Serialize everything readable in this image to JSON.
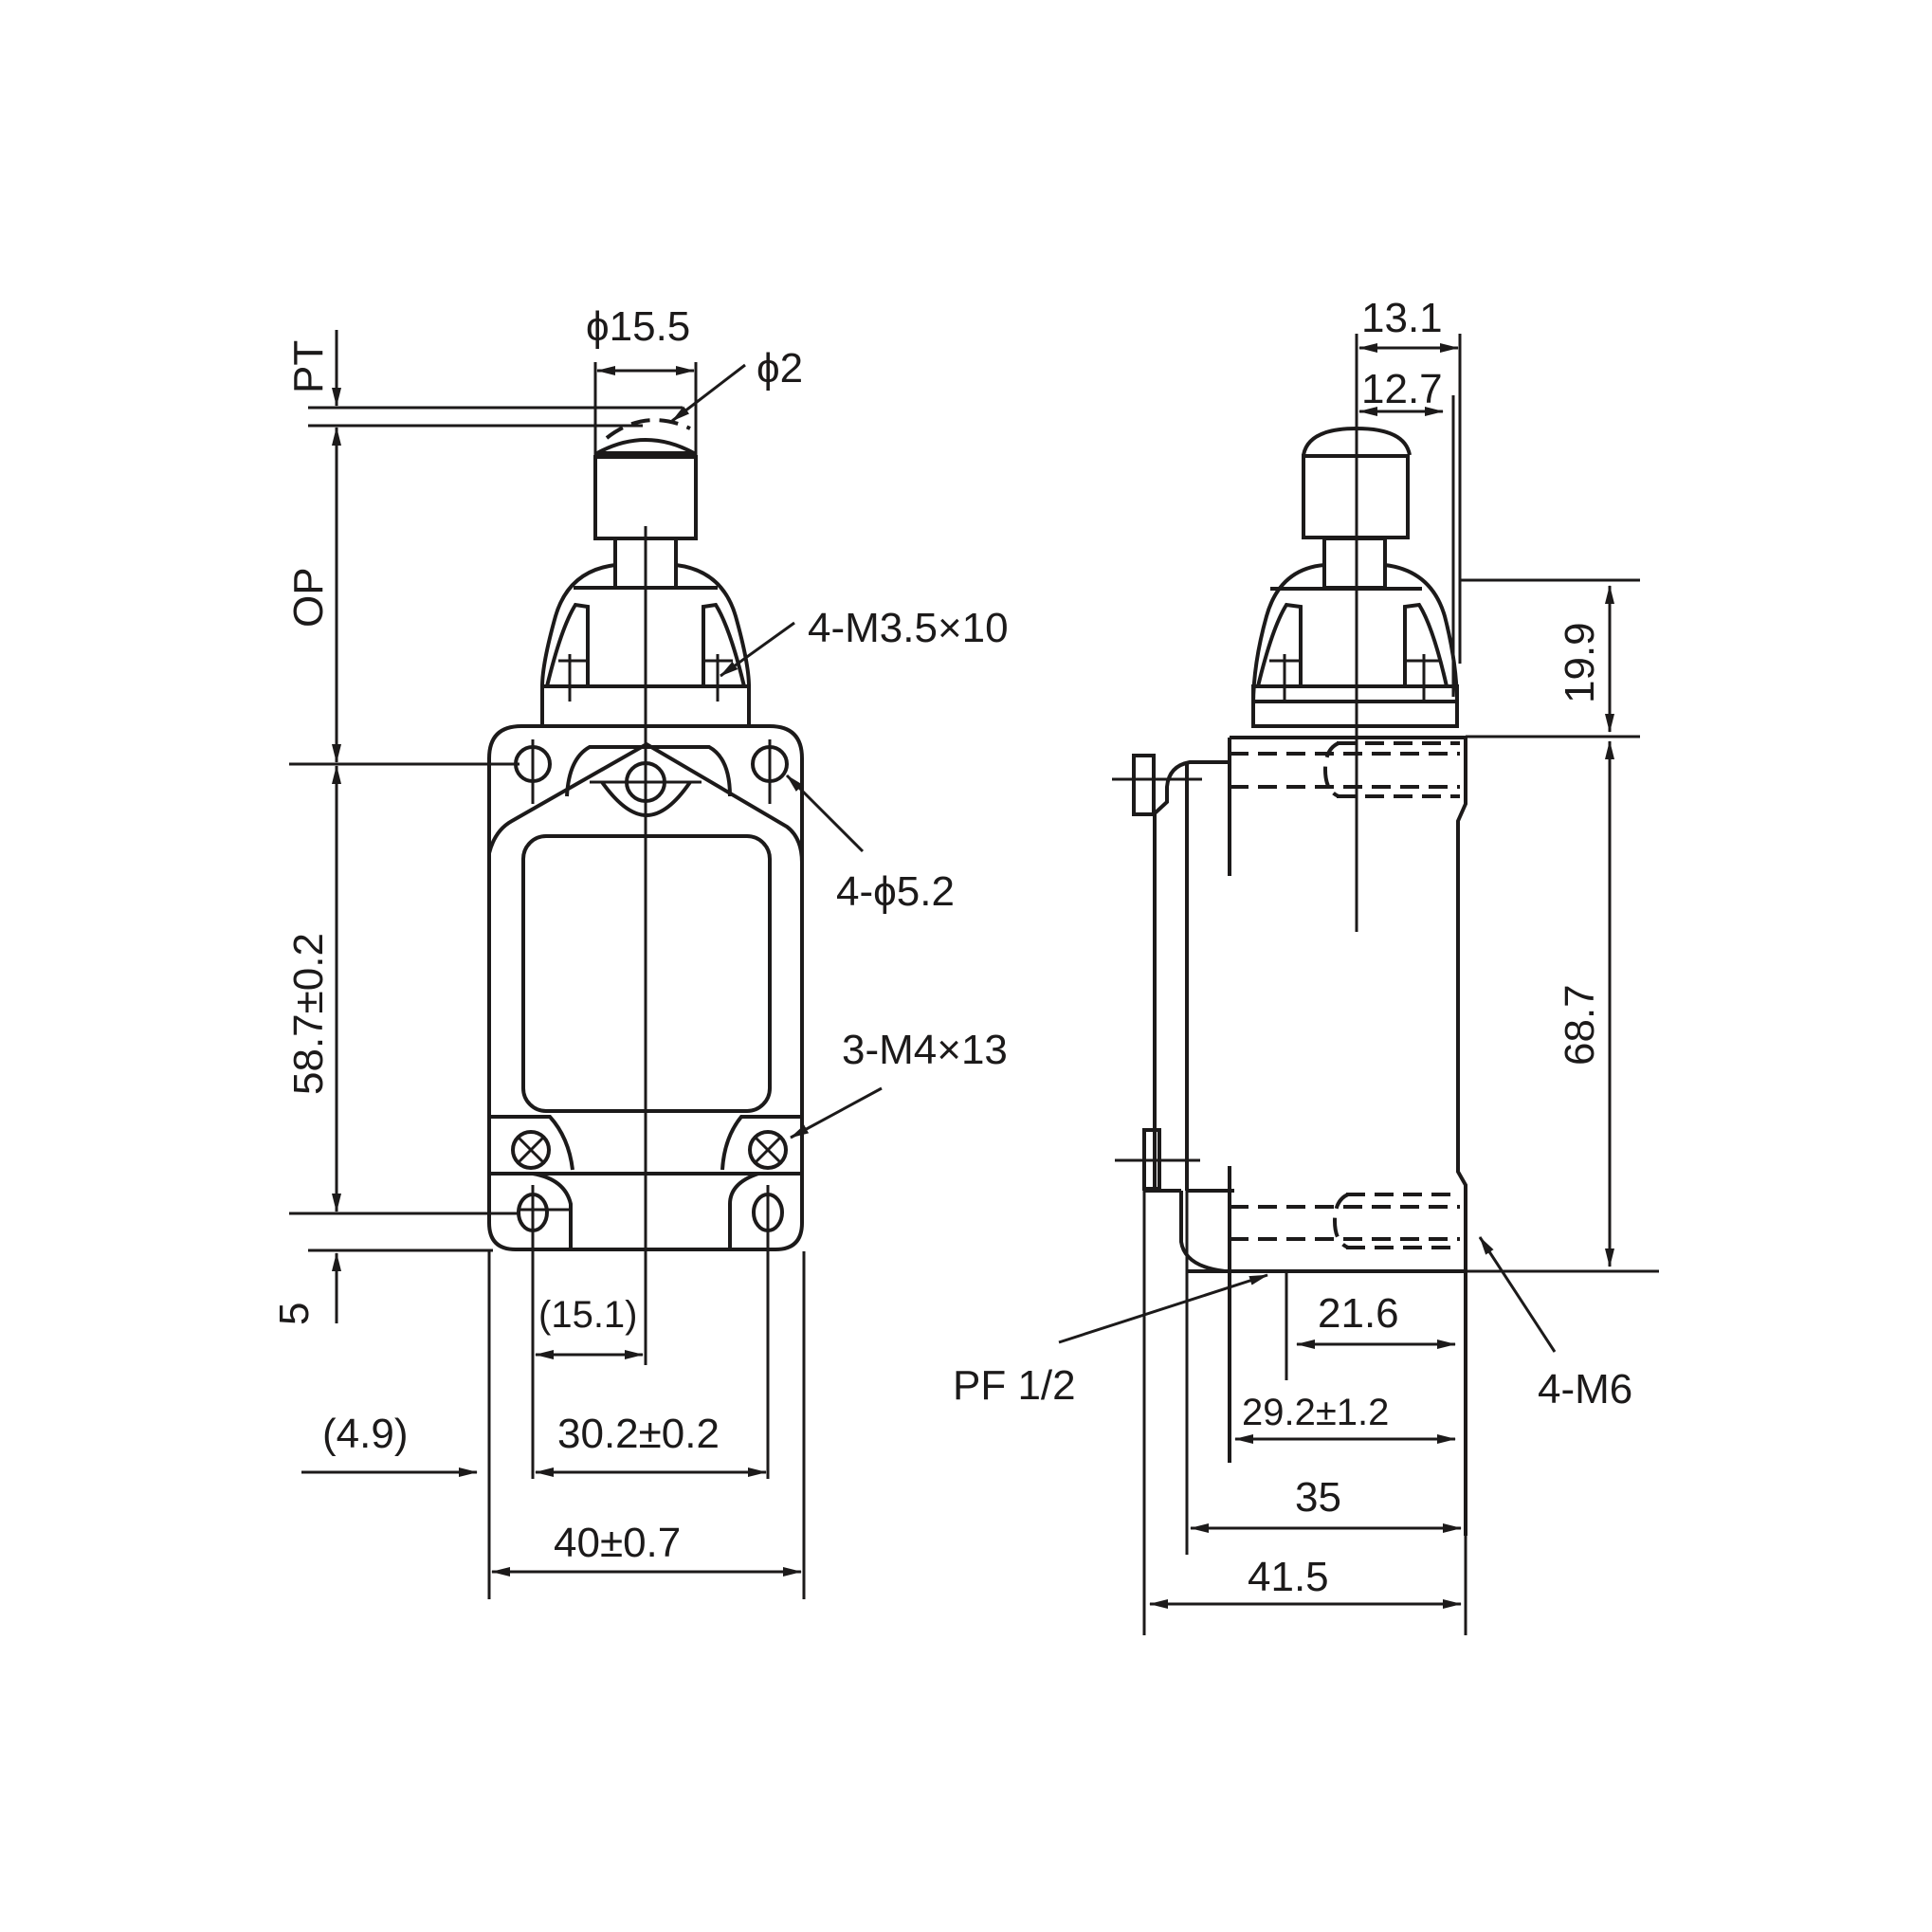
{
  "drawing": {
    "type": "limit switch dimension drawing",
    "colors": {
      "line": "#1c1a1a",
      "background": "#ffffff"
    }
  },
  "front_view": {
    "labels": {
      "pt": "PT",
      "op": "OP",
      "head_diameter": "ϕ15.5",
      "tip_diameter": "ϕ2",
      "head_screws": "4-M3.5×10",
      "mount_holes": "4-ϕ5.2",
      "cover_screws": "3-M4×13",
      "height": "58.7±0.2",
      "bottom_offset": "5",
      "center_offset": "(15.1)",
      "side_offset": "(4.9)",
      "hole_spacing": "30.2±0.2",
      "width": "40±0.7"
    }
  },
  "side_view": {
    "labels": {
      "plunger_offset_outer": "13.1",
      "plunger_offset_inner": "12.7",
      "head_height": "19.9",
      "body_height": "68.7",
      "conduit": "PF 1/2",
      "conduit_position": "21.6",
      "depth_inner": "29.2±1.2",
      "depth_body": "35",
      "depth_total": "41.5",
      "mount_threads": "4-M6"
    }
  }
}
